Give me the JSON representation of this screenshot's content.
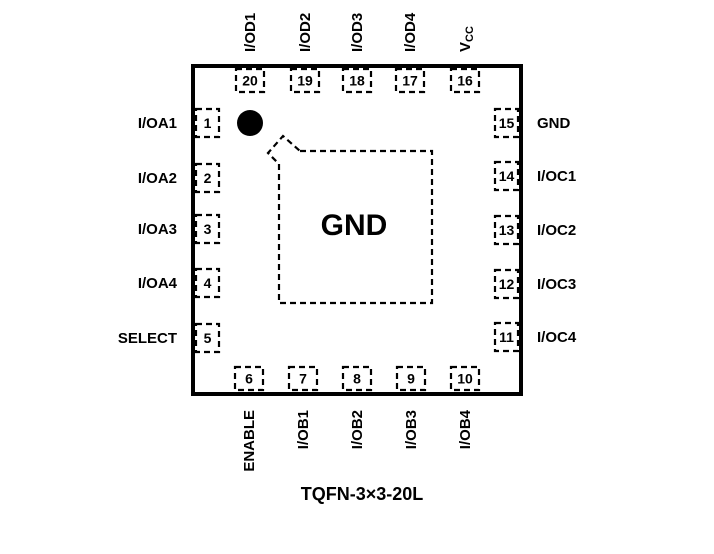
{
  "package": {
    "name": "TQFN-3×3-20L",
    "exposed_pad_label": "GND",
    "pin1_marker": "pin1-dot"
  },
  "pins": {
    "left": [
      {
        "num": "1",
        "name": "I/OA1"
      },
      {
        "num": "2",
        "name": "I/OA2"
      },
      {
        "num": "3",
        "name": "I/OA3"
      },
      {
        "num": "4",
        "name": "I/OA4"
      },
      {
        "num": "5",
        "name": "SELECT"
      }
    ],
    "bottom": [
      {
        "num": "6",
        "name": "ENABLE"
      },
      {
        "num": "7",
        "name": "I/OB1"
      },
      {
        "num": "8",
        "name": "I/OB2"
      },
      {
        "num": "9",
        "name": "I/OB3"
      },
      {
        "num": "10",
        "name": "I/OB4"
      }
    ],
    "right": [
      {
        "num": "11",
        "name": "I/OC4"
      },
      {
        "num": "12",
        "name": "I/OC3"
      },
      {
        "num": "13",
        "name": "I/OC2"
      },
      {
        "num": "14",
        "name": "I/OC1"
      },
      {
        "num": "15",
        "name": "GND"
      }
    ],
    "top": [
      {
        "num": "16",
        "name": "V",
        "sub": "CC"
      },
      {
        "num": "17",
        "name": "I/OD4"
      },
      {
        "num": "18",
        "name": "I/OD3"
      },
      {
        "num": "19",
        "name": "I/OD2"
      },
      {
        "num": "20",
        "name": "I/OD1"
      }
    ]
  }
}
